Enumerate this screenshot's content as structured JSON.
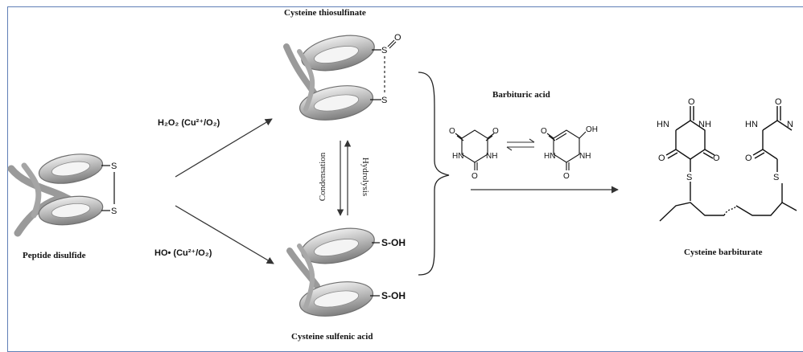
{
  "labels": {
    "thiosulfinate": "Cysteine thiosulfinate",
    "disulfide": "Peptide disulfide",
    "sulfenic": "Cysteine sulfenic acid",
    "barbituric": "Barbituric acid",
    "barbiturate": "Cysteine barbiturate",
    "condensation": "Condensation",
    "hydrolysis": "Hydrolysis",
    "sulfenic_group_1": "S-OH",
    "sulfenic_group_2": "S-OH"
  },
  "conditions": {
    "h2o2": "H₂O₂ (Cu²⁺/O₂)",
    "ho_radical": "HO• (Cu²⁺/O₂)"
  },
  "atoms": {
    "S": "S",
    "O": "O",
    "OH": "OH",
    "HN": "HN",
    "NH": "NH",
    "N": "N",
    "H": "H"
  },
  "colors": {
    "frame": "#5f7fb6",
    "ribbon_dark": "#8a8a8a",
    "ribbon_light": "#e4e4e4",
    "ink": "#111111"
  }
}
